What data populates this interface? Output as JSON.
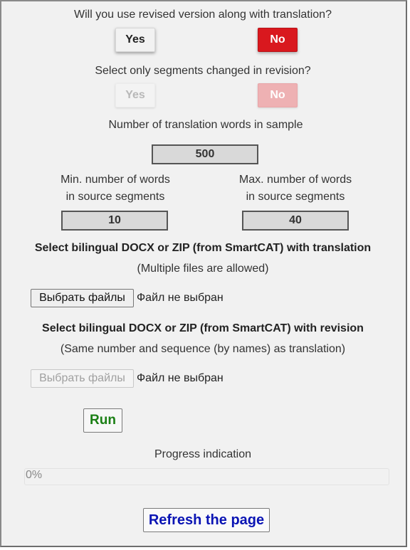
{
  "revised_question": {
    "text": "Will you use revised version along with translation?",
    "yes_label": "Yes",
    "no_label": "No",
    "selected": "No"
  },
  "changed_only_question": {
    "text": "Select only segments changed in revision?",
    "yes_label": "Yes",
    "no_label": "No",
    "disabled": true
  },
  "sample_words": {
    "label": "Number of translation words in sample",
    "value": "500"
  },
  "min_words": {
    "label_line1": "Min. number of words",
    "label_line2": "in source segments",
    "value": "10"
  },
  "max_words": {
    "label_line1": "Max. number of words",
    "label_line2": "in source segments",
    "value": "40"
  },
  "translation_upload": {
    "title": "Select bilingual DOCX or ZIP (from SmartCAT) with translation",
    "note": "(Multiple files are allowed)",
    "button_label": "Выбрать файлы",
    "status": "Файл не выбран"
  },
  "revision_upload": {
    "title": "Select bilingual DOCX or ZIP (from SmartCAT) with revision",
    "note": "(Same number and sequence (by names) as translation)",
    "button_label": "Выбрать файлы",
    "status": "Файл не выбран",
    "disabled": true
  },
  "run_label": "Run",
  "progress": {
    "label": "Progress indication",
    "text": "0%",
    "fraction": 0
  },
  "refresh_label": "Refresh the page",
  "colors": {
    "no_active": "#d9181e",
    "no_disabled": "#eeb1b3",
    "run_text": "#1a7f14",
    "refresh_text": "#0a14b4"
  }
}
